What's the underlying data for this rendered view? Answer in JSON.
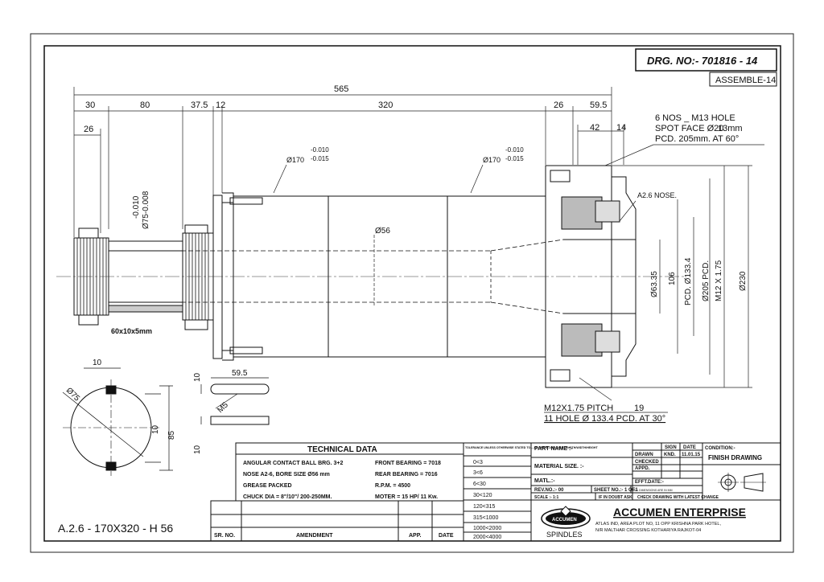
{
  "drawing_number": "DRG. NO:- 701816 - 14",
  "assemble_label": "ASSEMBLE-14",
  "part_label": "A.2.6 - 170X320 - H 56",
  "dimensions": {
    "overall": "565",
    "seg_30": "30",
    "seg_80": "80",
    "seg_37_5": "37.5",
    "seg_12": "12",
    "seg_320": "320",
    "seg_26_right": "26",
    "seg_59_5": "59.5",
    "seg_26_left": "26",
    "seg_42": "42",
    "seg_14": "14",
    "dia_170_left": "Ø170",
    "dia_170_right": "Ø170",
    "tol_upper": "-0.010",
    "tol_lower": "-0.015",
    "dia_75_tol_a": "-0.010",
    "dia_75_tol_b": "Ø75-0.008",
    "dia_56": "Ø56",
    "key_label": "60x10x5mm",
    "dia_63_35": "Ø63.35",
    "dim_106": "106",
    "pcd_133_4": "PCD. Ø133.4",
    "pcd_205": "Ø205 PCD.",
    "m12": "M12 X 1.75",
    "dia_230": "Ø230",
    "a26_nose": "A2.6 NOSE."
  },
  "notes": {
    "hole_line1": "6 NOS _ M13 HOLE",
    "hole_line2": "SPOT FACE Ø20",
    "hole_depth": "13mm",
    "hole_line3": "PCD. 205mm.   AT 60°",
    "bottom_line1": "M12X1.75 PITCH",
    "bottom_depth": "19",
    "bottom_line2": "11 HOLE Ø 133.4 PCD. AT 30°"
  },
  "section": {
    "d75": "Ø75",
    "d10_top": "10",
    "d10_side": "10",
    "d85": "85"
  },
  "key_detail": {
    "d59_5": "59.5",
    "d10_top": "10",
    "d10_bottom": "10",
    "m5": "M5"
  },
  "technical_data": {
    "title": "TECHNICAL DATA",
    "rows": [
      {
        "left": "ANGULAR CONTACT BALL BRG. 3+2",
        "right": "FRONT  BEARING = 7018"
      },
      {
        "left": "NOSE A2-6, BORE SIZE  Ø56 mm",
        "right": "REAR  BEARING = 7016"
      },
      {
        "left": "GREASE PACKED",
        "right": "R.P.M. =  4500"
      },
      {
        "left": "CHUCK DIA = 8\"/10\"/ 200-250MM.",
        "right": "MOTER = 15 HP/ 11 Kw."
      }
    ]
  },
  "tolerance": {
    "header": "TOLERANCE UNLESS OTHERWISE STATED TOL. AS PER IS:2489-1974 LENGTH/WIDTH/HEIGHT",
    "rows": [
      "0<3",
      "3<6",
      "6<30",
      "30<120",
      "120<315",
      "315<1000",
      "1000<2000",
      "2000<4000"
    ]
  },
  "amendment": {
    "sr": "SR. NO.",
    "amend": "AMENDMENT",
    "app": "APP.",
    "date": "DATE"
  },
  "title_block": {
    "part_name": "PART NAME :-",
    "material_size": "MATERIAL SIZE. :-",
    "matl": "MATL.:-",
    "rev_no": "REV.NO.:- 00",
    "sheet_no": "SHEET NO.:- 1 OF1",
    "all_dims": "ALL DIMENSIONS ARE IN MM",
    "scale": "SCALE :- 1:1",
    "if_doubt": "IF IN DOUBT ASK",
    "check_latest": "CHECK DRAWING WITH LATEST CHANGE",
    "sign": "SIGN",
    "date": "DATE",
    "drawn": "DRAWN",
    "drawn_by": "KND.",
    "drawn_date": "11.01.15",
    "checked": "CHECKED",
    "appd": "APPD.",
    "efft_date": "EFFT.DATE:-",
    "condition": "CONDITION:-",
    "finish": "FINISH DRAWING",
    "company": "ACCUMEN ENTERPRISE",
    "address1": "ATLAS IND, AREA PLOT NO, 11 OPP KRISHNA PARK HOTEL,",
    "address2": "N/R MALTHAR CROSSING KOTHARIYA RAJKOT-04",
    "logo_text": "ACCUMEN",
    "logo_sub": "SPINDLES"
  }
}
